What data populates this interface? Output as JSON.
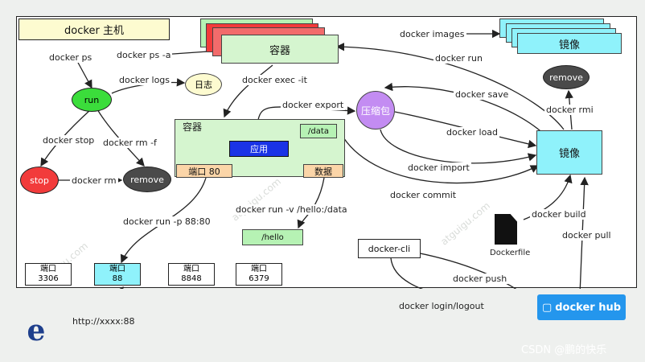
{
  "title": "docker 主机",
  "nodes": {
    "run": "run",
    "stop": "stop",
    "remove_left": "remove",
    "log": "日志",
    "container_top": "容器",
    "container_mid": "容器",
    "app": "应用",
    "data_tag": "/data",
    "port80": "端口 80",
    "data_label": "数据",
    "hello": "/hello",
    "zip": "压缩包",
    "images_top": "镜像",
    "remove_right": "remove",
    "image_mid": "镜像",
    "dockerfile": "Dockerfile",
    "cli": "docker-cli",
    "hub": "docker hub",
    "browser_url": "http://xxxx:88"
  },
  "ports": [
    {
      "title": "端口",
      "num": "3306"
    },
    {
      "title": "端口",
      "num": "88"
    },
    {
      "title": "端口",
      "num": "8848"
    },
    {
      "title": "端口",
      "num": "6379"
    }
  ],
  "edges": {
    "ps": "docker ps",
    "ps_a": "docker ps -a",
    "logs": "docker logs",
    "exec": "docker exec -it",
    "stop": "docker stop",
    "rm_f": "docker rm -f",
    "rm": "docker rm",
    "run_p": "docker run -p 88:80",
    "run_v": "docker run -v /hello:/data",
    "images": "docker images",
    "run_img": "docker run",
    "rmi": "docker rmi",
    "save": "docker save",
    "export": "docker export",
    "load": "docker load",
    "import": "docker import",
    "commit": "docker commit",
    "build": "docker build",
    "pull": "docker pull",
    "push": "docker push",
    "login": "docker login/logout"
  },
  "footer": "CSDN @鹏的快乐",
  "watermark": "atguigu.com",
  "colors": {
    "title_bg": "#fdfbd0",
    "container_bg": "#d5f5cf",
    "image_bg": "#8ff2fb",
    "run_green": "#3bdd3b",
    "stop_red": "#f23b3b",
    "remove_dark": "#4a4a4a",
    "zip_purple": "#c38cf2",
    "app_blue": "#1a33e6",
    "data_orange": "#fbd5a8",
    "hub_blue": "#2496ed",
    "hello_green": "#b6f2b4"
  }
}
